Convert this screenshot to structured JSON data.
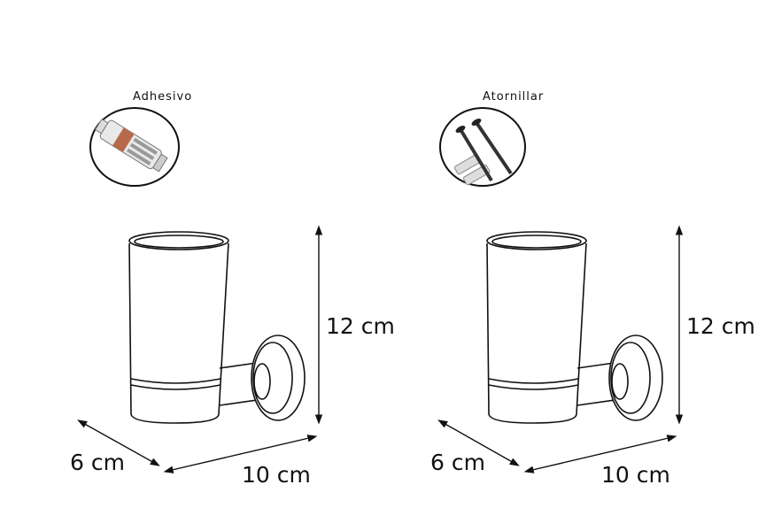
{
  "panels": [
    {
      "mount_method": "Adhesivo",
      "mount_icon": "adhesive-tube-icon",
      "dimensions": {
        "height": "12 cm",
        "depth": "6 cm",
        "width": "10 cm"
      }
    },
    {
      "mount_method": "Atornillar",
      "mount_icon": "screws-and-plugs-icon",
      "dimensions": {
        "height": "12 cm",
        "depth": "6 cm",
        "width": "10 cm"
      }
    }
  ]
}
